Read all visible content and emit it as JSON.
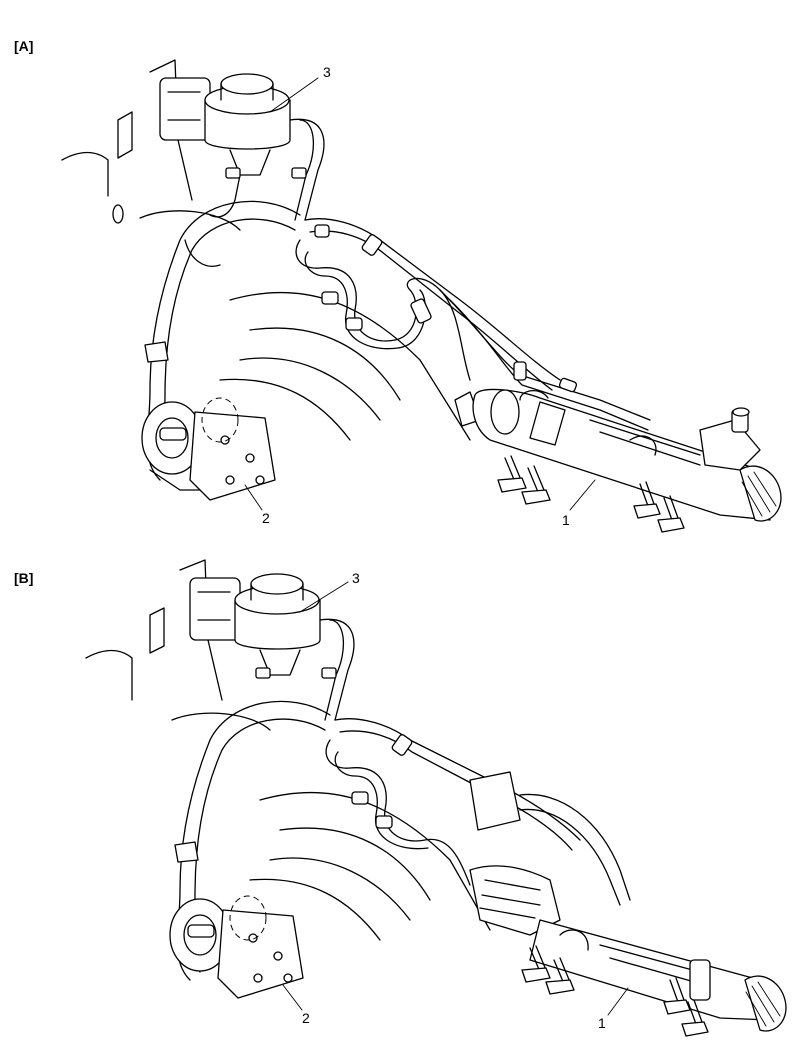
{
  "panels": [
    {
      "label": "[A]",
      "callouts": {
        "rack": "1",
        "pump": "2",
        "reservoir": "3"
      }
    },
    {
      "label": "[B]",
      "callouts": {
        "rack": "1",
        "pump": "2",
        "reservoir": "3"
      }
    }
  ]
}
